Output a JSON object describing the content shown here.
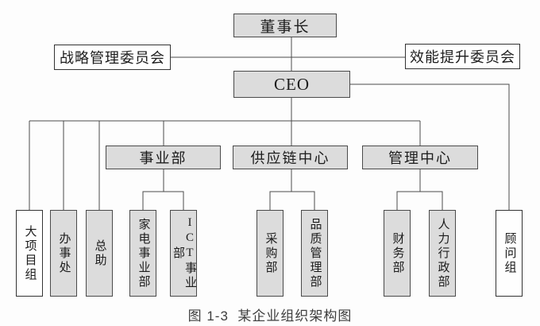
{
  "org": {
    "chairman": "董事长",
    "strategy_committee": "战略管理委员会",
    "efficiency_committee": "效能提升委员会",
    "ceo": "CEO",
    "centers": {
      "business_division": {
        "label": "事业部",
        "children": [
          "家电事业部",
          "ICT事业部"
        ]
      },
      "supply_chain_center": {
        "label": "供应链中心",
        "children": [
          "采购部",
          "品质管理部"
        ]
      },
      "management_center": {
        "label": "管理中心",
        "children": [
          "财务部",
          "人力行政部"
        ]
      }
    },
    "direct_units": {
      "large_project_group": "大项目组",
      "office": "办事处",
      "general_assistant": "总助",
      "consultant_group": "顾问组"
    }
  },
  "caption": "图 1-3  某企业组织架构图",
  "colors": {
    "box_fill": "#dcdcdc",
    "white_fill": "#fefefe",
    "border": "#4a4a4a",
    "line": "#4a4a4a",
    "background": "#fdfdfd"
  }
}
